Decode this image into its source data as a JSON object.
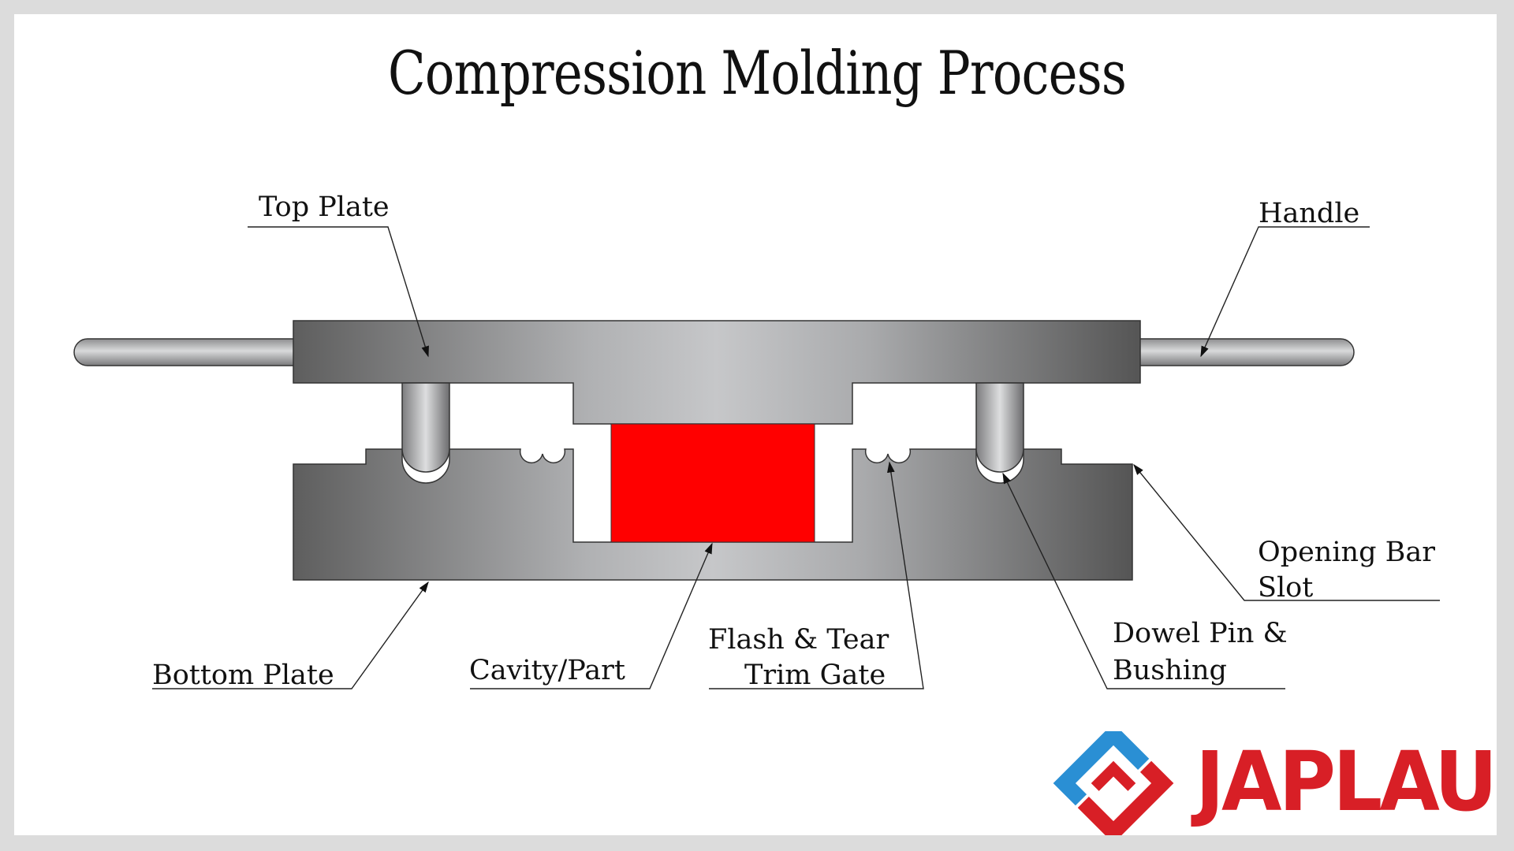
{
  "title": "Compression Molding Process",
  "labels": {
    "top_plate": "Top Plate",
    "handle": "Handle",
    "opening_bar_slot": [
      "Opening Bar",
      "Slot"
    ],
    "dowel_pin_bushing": [
      "Dowel Pin &",
      "Bushing"
    ],
    "flash_trim_gate": [
      "Flash & Tear",
      "Trim Gate"
    ],
    "cavity_part": "Cavity/Part",
    "bottom_plate": "Bottom Plate"
  },
  "logo": {
    "text": "JAPLAU"
  },
  "colors": {
    "part": "#ff0000",
    "logo_red": "#d81f26",
    "logo_blue": "#2a8fd4",
    "border": "#dcdcdc"
  }
}
